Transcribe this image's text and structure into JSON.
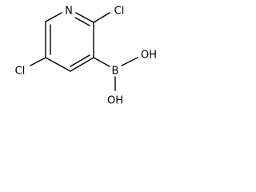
{
  "structure": {
    "atoms": {
      "n1": "N",
      "cl_top": "Cl",
      "cl_left": "Cl",
      "b": "B",
      "oh_top": "OH",
      "oh_bottom": "OH"
    }
  }
}
